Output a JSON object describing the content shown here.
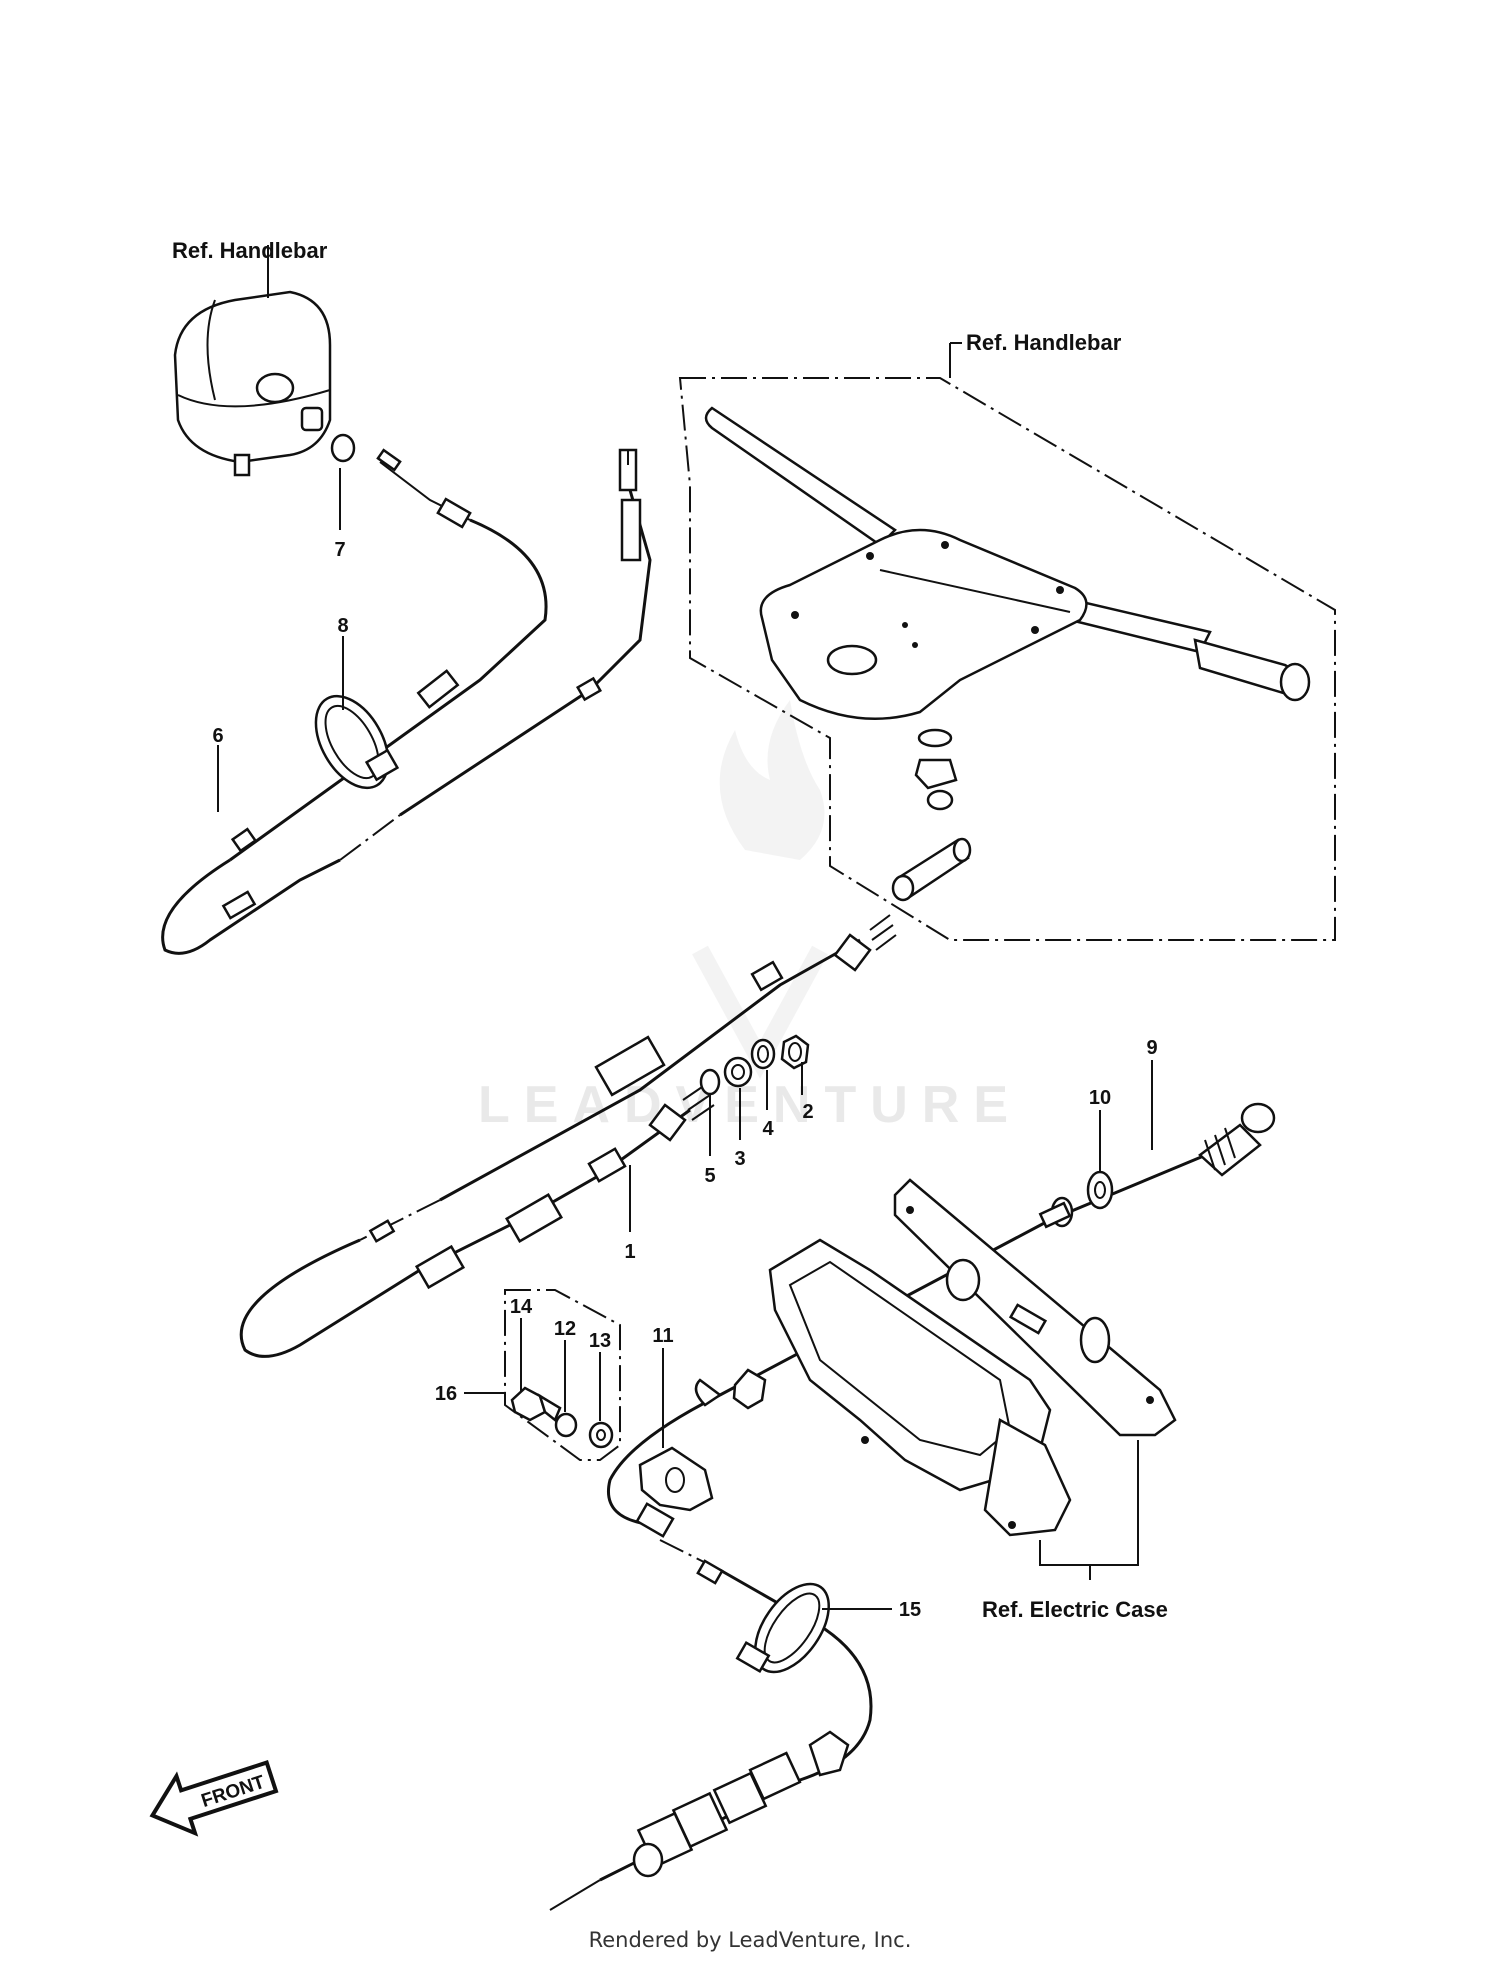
{
  "labels": {
    "ref_handlebar_left": "Ref. Handlebar",
    "ref_handlebar_right": "Ref. Handlebar",
    "ref_electric_case": "Ref. Electric Case",
    "front": "FRONT"
  },
  "callouts": [
    {
      "id": "1",
      "text": "1"
    },
    {
      "id": "2",
      "text": "2"
    },
    {
      "id": "3",
      "text": "3"
    },
    {
      "id": "4",
      "text": "4"
    },
    {
      "id": "5",
      "text": "5"
    },
    {
      "id": "6",
      "text": "6"
    },
    {
      "id": "7",
      "text": "7"
    },
    {
      "id": "8",
      "text": "8"
    },
    {
      "id": "9",
      "text": "9"
    },
    {
      "id": "10",
      "text": "10"
    },
    {
      "id": "11",
      "text": "11"
    },
    {
      "id": "12",
      "text": "12"
    },
    {
      "id": "13",
      "text": "13"
    },
    {
      "id": "14",
      "text": "14"
    },
    {
      "id": "15",
      "text": "15"
    },
    {
      "id": "16",
      "text": "16"
    }
  ],
  "watermark": "LEADVENTURE",
  "footer": "Rendered by LeadVenture, Inc."
}
